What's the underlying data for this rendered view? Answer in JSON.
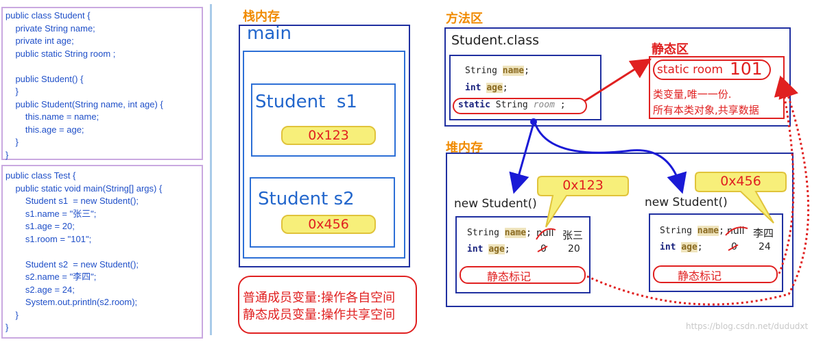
{
  "student_code": [
    "public class Student {",
    "    private String name;",
    "    private int age;",
    "    public static String room ;",
    "",
    "    public Student() {",
    "    }",
    "    public Student(String name, int age) {",
    "        this.name = name;",
    "        this.age = age;",
    "    }",
    "}"
  ],
  "test_code": [
    "public class Test {",
    "    public static void main(String[] args) {",
    "        Student s1  = new Student();",
    "        s1.name = \"张三\";",
    "        s1.age = 20;",
    "        s1.room = \"101\";",
    "",
    "        Student s2  = new Student();",
    "        s2.name = \"李四\";",
    "        s2.age = 24;",
    "        System.out.println(s2.room);",
    "    }",
    "}"
  ],
  "stack": {
    "title": "栈内存",
    "frame": "main",
    "s1_label": "Student  s1",
    "s1_addr": "0x123",
    "s2_label": "Student s2",
    "s2_addr": "0x456"
  },
  "legend": {
    "line1": "普通成员变量:操作各自空间",
    "line2": "静态成员变量:操作共享空间"
  },
  "method_area": {
    "title": "方法区",
    "class_name": "Student.class",
    "f1_type": "String",
    "f1_name": "name",
    "f1_semi": ";",
    "f2_type": "int",
    "f2_name": "age",
    "f2_semi": ";",
    "f3_static": "static",
    "f3_type": "String",
    "f3_name": "room",
    "f3_semi": ";"
  },
  "static_area": {
    "title": "静态区",
    "room_label": "static room",
    "room_value": "101",
    "desc1": "类变量,唯一一份.",
    "desc2": "所有本类对象,共享数据"
  },
  "heap": {
    "title": "堆内存",
    "obj1": {
      "addr": "0x123",
      "label": "new Student()",
      "str_type": "String",
      "name_field": "name",
      "semi": ";",
      "old_name": "null",
      "new_name": "张三",
      "int_type": "int",
      "age_field": "age",
      "old_age": "0",
      "new_age": "20",
      "static_tag": "静态标记"
    },
    "obj2": {
      "addr": "0x456",
      "label": "new Student()",
      "str_type": "String",
      "name_field": "name",
      "semi": ";",
      "old_name": "null",
      "new_name": "李四",
      "int_type": "int",
      "age_field": "age",
      "old_age": "0",
      "new_age": "24",
      "static_tag": "静态标记"
    }
  },
  "watermark": "https://blog.csdn.net/dududxt",
  "colors": {
    "orange_title": "#f08a00",
    "red": "#e02020",
    "blue": "#1f2fa0",
    "code_blue": "#1f4fc8",
    "yellow": "#f7ef7a"
  }
}
